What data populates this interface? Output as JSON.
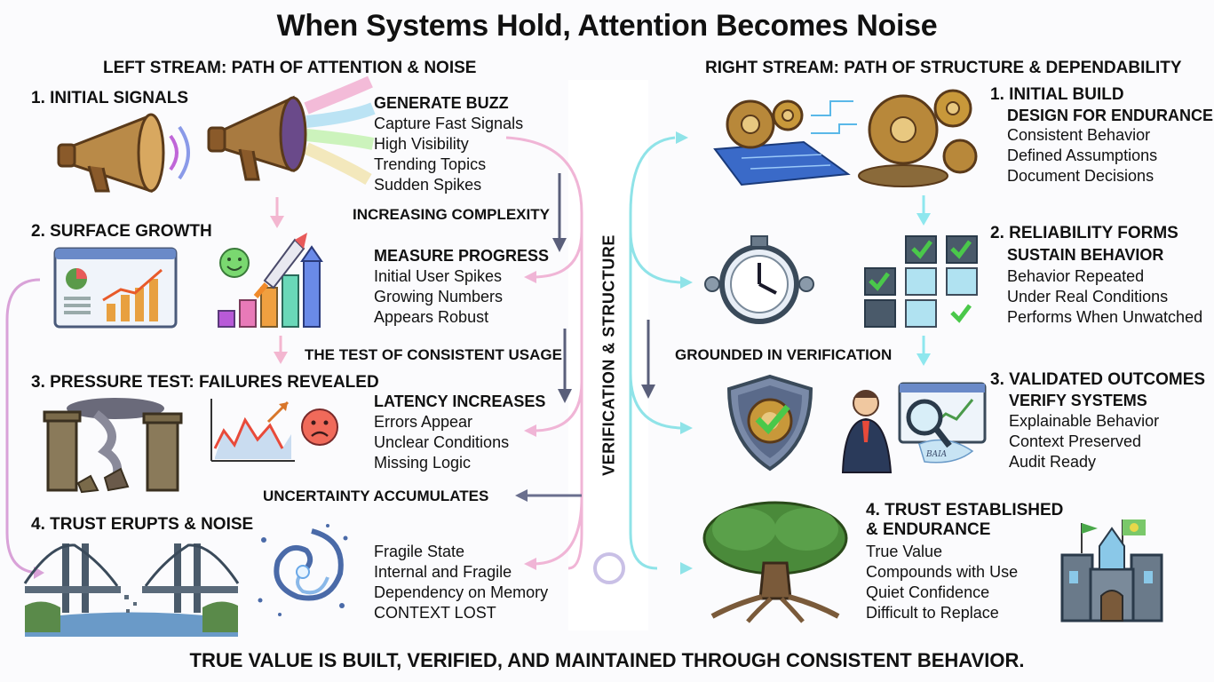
{
  "title": "When Systems Hold, Attention Becomes Noise",
  "left": {
    "heading": "LEFT STREAM: PATH OF ATTENTION & NOISE",
    "steps": [
      {
        "label": "1.  INITIAL SIGNALS",
        "head": "GENERATE BUZZ",
        "lines": [
          "Capture Fast Signals",
          "High Visibility",
          "Trending Topics",
          "Sudden Spikes"
        ]
      },
      {
        "label": "2. SURFACE GROWTH",
        "head": "MEASURE PROGRESS",
        "lines": [
          "Initial User Spikes",
          "Growing Numbers",
          "Appears Robust"
        ]
      },
      {
        "label": "3. PRESSURE TEST: FAILURES REVEALED",
        "head": "LATENCY INCREASES",
        "lines": [
          "Errors Appear",
          "Unclear Conditions",
          "Missing Logic"
        ]
      },
      {
        "label": "4. TRUST ERUPTS & NOISE",
        "head": "",
        "lines": [
          "Fragile State",
          "Internal and Fragile",
          "Dependency on Memory",
          "CONTEXT LOST"
        ]
      }
    ],
    "connectors": [
      "INCREASING COMPLEXITY",
      "THE TEST OF CONSISTENT USAGE",
      "UNCERTAINTY ACCUMULATES"
    ]
  },
  "right": {
    "heading": "RIGHT STREAM: PATH OF STRUCTURE & DEPENDABILITY",
    "steps": [
      {
        "label": "1. INITIAL BUILD",
        "head": "DESIGN FOR ENDURANCE",
        "lines": [
          "Consistent Behavior",
          "Defined Assumptions",
          "Document Decisions"
        ]
      },
      {
        "label": "2. RELIABILITY FORMS",
        "head": "SUSTAIN BEHAVIOR",
        "lines": [
          "Behavior Repeated",
          "Under Real Conditions",
          "Performs When Unwatched"
        ]
      },
      {
        "label": "3. VALIDATED OUTCOMES",
        "head": "VERIFY SYSTEMS",
        "lines": [
          "Explainable Behavior",
          "Context Preserved",
          "Audit Ready"
        ]
      },
      {
        "label": "4. TRUST ESTABLISHED",
        "head": "& ENDURANCE",
        "lines": [
          "True Value",
          "Compounds with Use",
          "Quiet Confidence",
          "Difficult to Replace"
        ]
      }
    ],
    "connectors": [
      "GROUNDED IN VERIFICATION"
    ]
  },
  "center": {
    "label": "VERIFICATION & STRUCTURE"
  },
  "illustrations": {
    "chart_label": "BAIA"
  },
  "footer": "TRUE VALUE IS BUILT, VERIFIED, AND MAINTAINED THROUGH CONSISTENT BEHAVIOR.",
  "colors": {
    "left_flow": "#e7a8d6",
    "right_flow": "#8fe3e8",
    "arrow_dark": "#5a5f7a",
    "arrow_light_pink": "#f3b6d0",
    "arrow_light_cyan": "#8fe7ee"
  }
}
